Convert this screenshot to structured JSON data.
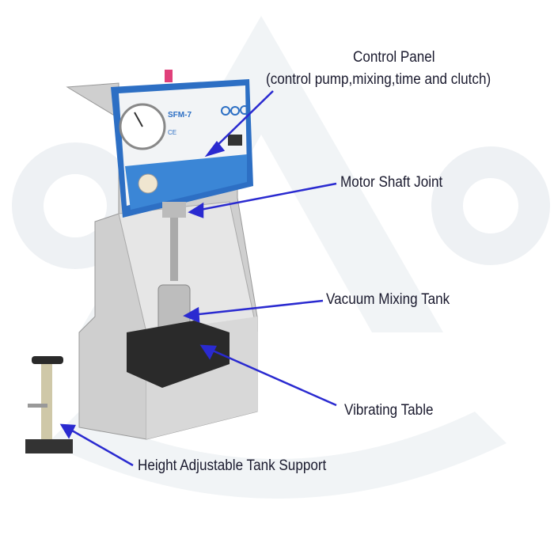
{
  "labels": {
    "control_panel_title": "Control Panel",
    "control_panel_desc": "(control pump,mixing,time and clutch)",
    "motor_shaft": "Motor Shaft Joint",
    "mixing_tank": "Vacuum Mixing Tank",
    "vibrating_table": "Vibrating Table",
    "tank_support": "Height Adjustable Tank Support"
  },
  "panel": {
    "model": "SFM-7",
    "mark": "CE"
  },
  "colors": {
    "arrow": "#2a2ad0",
    "panel_blue": "#2d6fc4",
    "steel": "#c8c8c8",
    "watermark": "#eef1f4"
  }
}
